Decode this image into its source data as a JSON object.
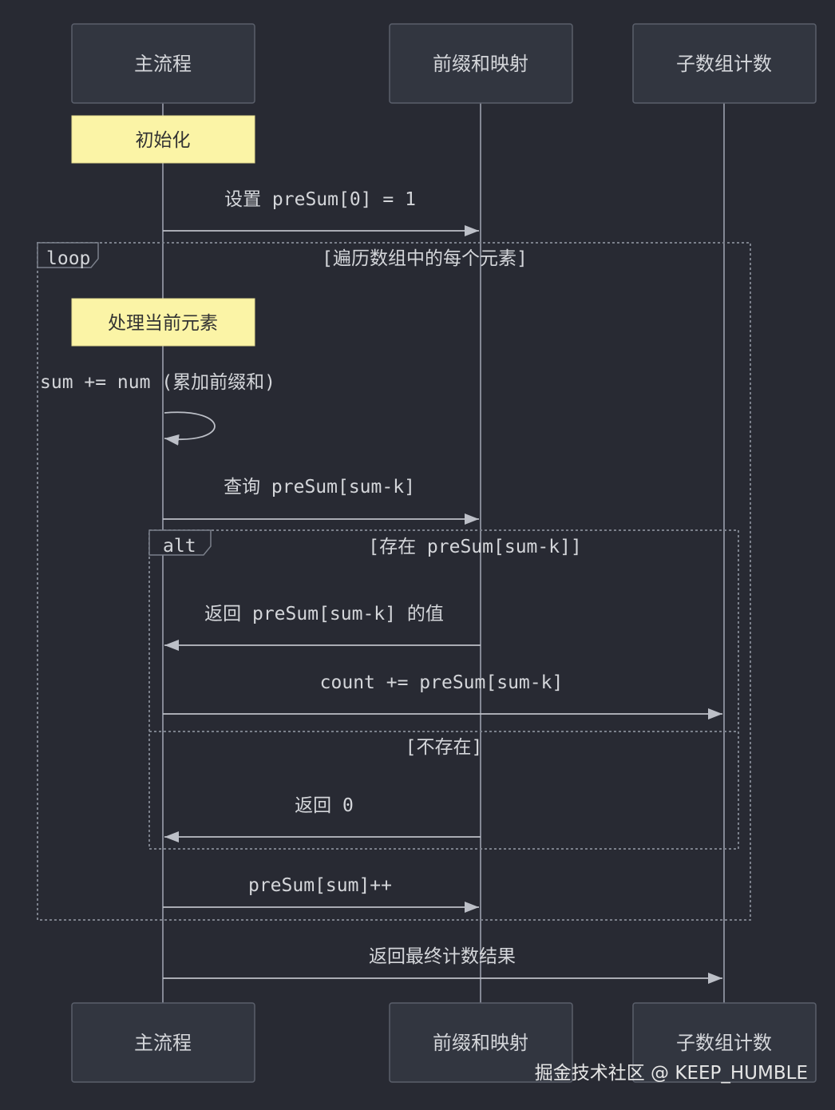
{
  "participants": {
    "main": "主流程",
    "presum_map": "前缀和映射",
    "subarray_count": "子数组计数"
  },
  "notes": {
    "init": "初始化",
    "process_element": "处理当前元素"
  },
  "messages": {
    "set_presum0": "设置 preSum[0] = 1",
    "accumulate": "sum += num (累加前缀和)",
    "query": "查询 preSum[sum-k]",
    "return_value": "返回 preSum[sum-k] 的值",
    "count_add": "count += preSum[sum-k]",
    "return_zero": "返回 0",
    "increment": "preSum[sum]++",
    "return_final": "返回最终计数结果"
  },
  "frames": {
    "loop": {
      "label": "loop",
      "condition": "[遍历数组中的每个元素]"
    },
    "alt": {
      "label": "alt",
      "condition": "[存在 preSum[sum-k]]",
      "else_condition": "[不存在]"
    }
  },
  "watermark": "掘金技术社区 @ KEEP_HUMBLE"
}
